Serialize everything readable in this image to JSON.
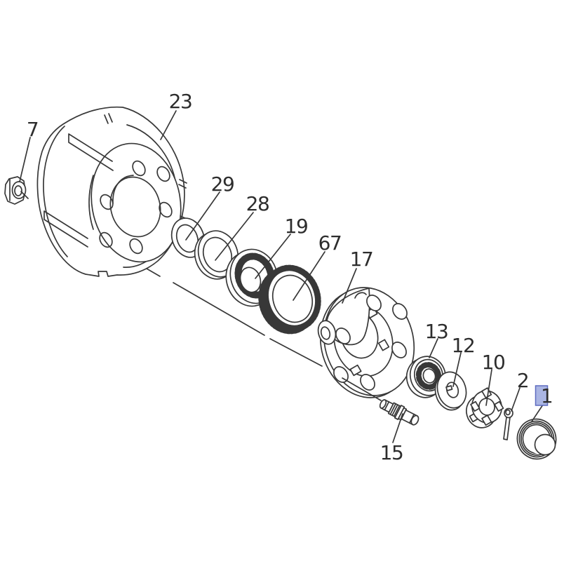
{
  "diagram": {
    "background_color": "#ffffff",
    "line_color": "#383838",
    "text_color": "#2d2d2d",
    "callouts": [
      {
        "label": "7",
        "part": "hex-nut"
      },
      {
        "label": "23",
        "part": "brake-drum"
      },
      {
        "label": "29",
        "part": "seal-ring"
      },
      {
        "label": "28",
        "part": "retainer-ring"
      },
      {
        "label": "19",
        "part": "inner-bearing"
      },
      {
        "label": "67",
        "part": "tone-ring"
      },
      {
        "label": "17",
        "part": "wheel-hub"
      },
      {
        "label": "13",
        "part": "outer-bearing"
      },
      {
        "label": "12",
        "part": "keyed-washer"
      },
      {
        "label": "10",
        "part": "lock-nut"
      },
      {
        "label": "2",
        "part": "cotter-pin"
      },
      {
        "label": "1",
        "part": "hub-cap",
        "highlighted": true
      },
      {
        "label": "15",
        "part": "wheel-stud"
      }
    ],
    "highlight": {
      "fill": "#aab5e3",
      "border": "#5e6cc0",
      "label": "1"
    }
  }
}
